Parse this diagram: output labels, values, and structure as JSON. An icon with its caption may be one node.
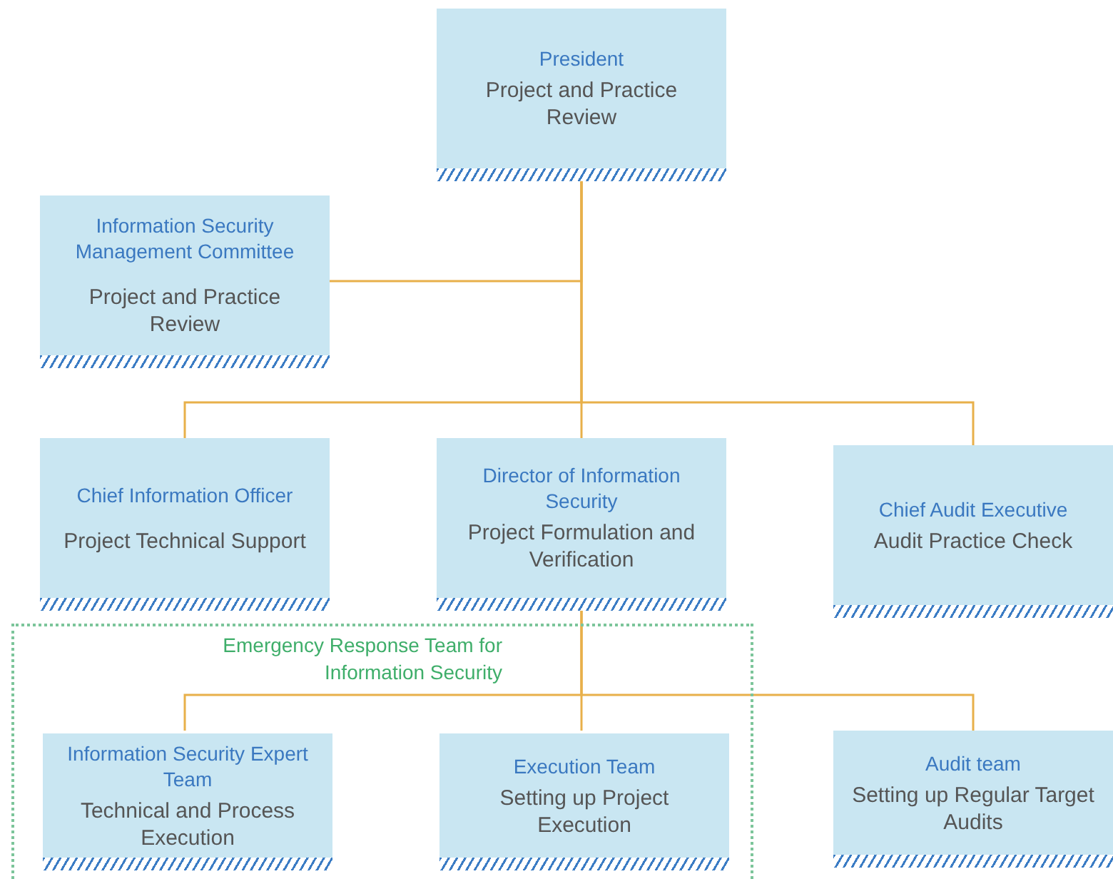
{
  "diagram": {
    "nodes": [
      {
        "text": [
          "President",
          "Project and Practice Review"
        ]
      },
      {
        "text": [
          "Information Security Management Committee",
          "Project and Practice Review"
        ]
      },
      {
        "text": [
          "Chief Information Officer",
          "Project Technical Support"
        ]
      },
      {
        "text": [
          "Director of Information Security",
          "Project Formulation and Verification"
        ]
      },
      {
        "text": [
          "Chief Audit Executive",
          "Audit Practice Check"
        ]
      },
      {
        "text": [
          "Emergency Response Team for Information Security"
        ]
      },
      {
        "text": [
          "Information Security Expert Team",
          "Technical and Process Execution"
        ],
        "in": 5
      },
      {
        "text": [
          "Execution Team",
          "Setting up Project Execution"
        ],
        "in": 5
      },
      {
        "text": [
          "Audit team",
          "Setting up Regular Target Audits"
        ]
      }
    ],
    "edges": [
      {
        "from": 0,
        "to": 1,
        "arrow": "none"
      },
      {
        "from": 0,
        "to": 2,
        "arrow": "none"
      },
      {
        "from": 0,
        "to": 3,
        "arrow": "none"
      },
      {
        "from": 0,
        "to": 4,
        "arrow": "none"
      },
      {
        "from": 3,
        "to": 6,
        "arrow": "none"
      },
      {
        "from": 3,
        "to": 7,
        "arrow": "none"
      },
      {
        "from": 3,
        "to": 8,
        "arrow": "none"
      }
    ]
  }
}
